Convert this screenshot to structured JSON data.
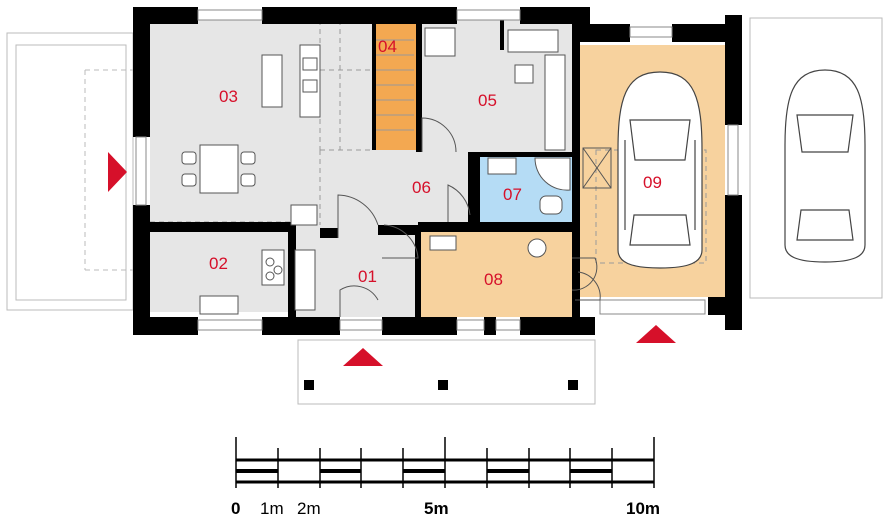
{
  "colors": {
    "wall": "#000000",
    "floor": "#e6e6e6",
    "stair": "#f3a851",
    "bath": "#b5dcf5",
    "utility": "#f7d29e",
    "garage": "#f7d29e",
    "label": "#d6102a",
    "arrow": "#d6102a"
  },
  "rooms": [
    {
      "id": "01",
      "label": "01"
    },
    {
      "id": "02",
      "label": "02"
    },
    {
      "id": "03",
      "label": "03"
    },
    {
      "id": "04",
      "label": "04"
    },
    {
      "id": "05",
      "label": "05"
    },
    {
      "id": "06",
      "label": "06"
    },
    {
      "id": "07",
      "label": "07"
    },
    {
      "id": "08",
      "label": "08"
    },
    {
      "id": "09",
      "label": "09"
    }
  ],
  "scale": {
    "labels": [
      "0",
      "1m",
      "2m",
      "5m",
      "10m"
    ]
  },
  "icons": [
    "entrance-arrow-icon",
    "car-icon",
    "toilet-icon",
    "sink-icon",
    "table-icon",
    "sofa-icon",
    "stove-icon"
  ]
}
